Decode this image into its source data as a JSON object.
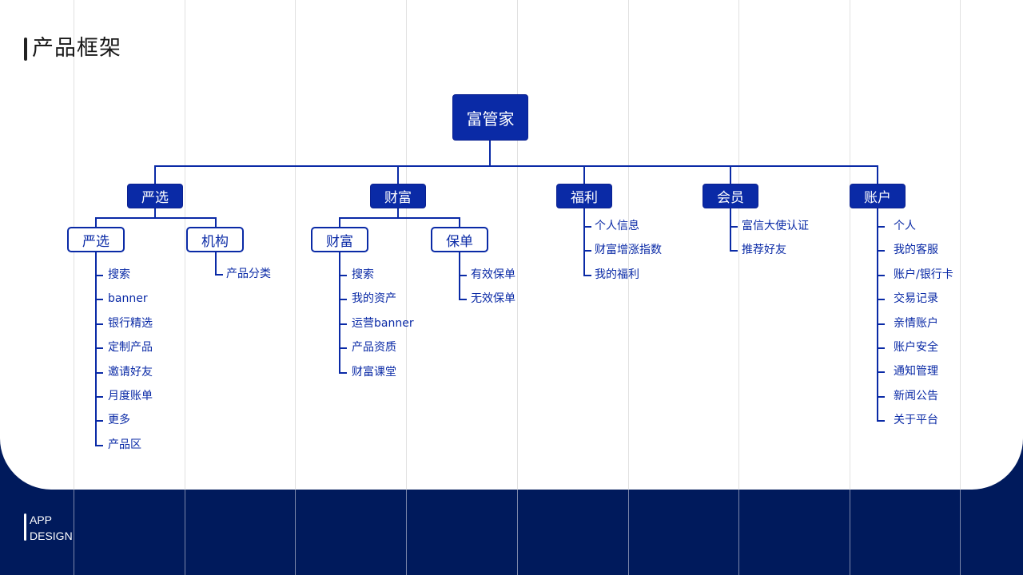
{
  "header": {
    "title": "产品框架"
  },
  "footer": {
    "line1": "APP",
    "line2": "DESIGN"
  },
  "colors": {
    "primary": "#0a2aa6",
    "footer_bg": "#001a5c",
    "card_bg": "#ffffff"
  },
  "tree": {
    "root": "富管家",
    "level1": [
      {
        "label": "严选",
        "children": [
          {
            "label": "严选",
            "items": [
              "搜索",
              "banner",
              "银行精选",
              "定制产品",
              "邀请好友",
              "月度账单",
              "更多",
              "产品区"
            ]
          },
          {
            "label": "机构",
            "items": [
              "产品分类"
            ]
          }
        ]
      },
      {
        "label": "财富",
        "children": [
          {
            "label": "财富",
            "items": [
              "搜索",
              "我的资产",
              "运营banner",
              "产品资质",
              "财富课堂"
            ]
          },
          {
            "label": "保单",
            "items": [
              "有效保单",
              "无效保单"
            ]
          }
        ]
      },
      {
        "label": "福利",
        "items": [
          "个人信息",
          "财富增涨指数",
          "我的福利"
        ]
      },
      {
        "label": "会员",
        "items": [
          "富信大使认证",
          "推荐好友"
        ]
      },
      {
        "label": "账户",
        "items": [
          "个人",
          "我的客服",
          "账户/银行卡",
          "交易记录",
          "亲情账户",
          "账户安全",
          "通知管理",
          "新闻公告",
          "关于平台"
        ]
      }
    ]
  }
}
